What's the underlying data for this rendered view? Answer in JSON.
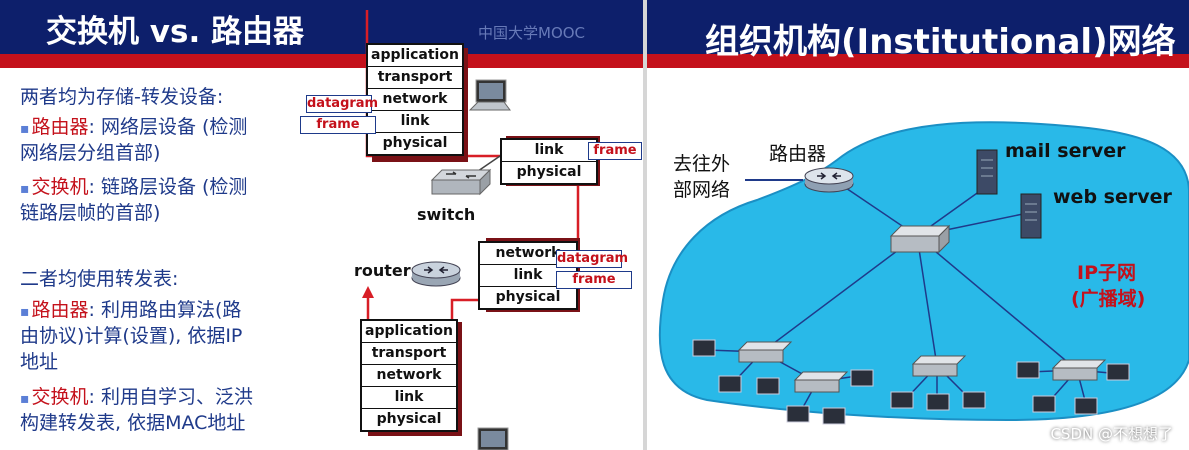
{
  "left_slide": {
    "title": "交换机 vs. 路由器",
    "watermark": "中国大学MOOC",
    "line1": "两者均为存储-转发设备:",
    "router_point_label": "路由器",
    "router_point_text_a": ": 网络层设备 (检测",
    "router_point_text_b": "网络层分组首部)",
    "switch_point_label": "交换机",
    "switch_point_text_a": ": 链路层设备 (检测",
    "switch_point_text_b": "链路层帧的首部)",
    "line2": "二者均使用转发表:",
    "router_point2_label": "路由器",
    "router_point2_text_a": ": 利用路由算法(路",
    "router_point2_text_b": "由协议)计算(设置), 依据IP",
    "router_point2_text_c": "地址",
    "switch_point2_label": "交换机",
    "switch_point2_text_a": ": 利用自学习、泛洪",
    "switch_point2_text_b": "构建转发表, 依据MAC地址",
    "top_host_stack": [
      "application",
      "transport",
      "network",
      "link",
      "physical"
    ],
    "switch_stack": [
      "link",
      "physical"
    ],
    "router_stack": [
      "network",
      "link",
      "physical"
    ],
    "bottom_host_stack": [
      "application",
      "transport",
      "network",
      "link",
      "physical"
    ],
    "tag_datagram": "datagram",
    "tag_frame": "frame",
    "switch_label": "switch",
    "router_label": "router",
    "colors": {
      "title_bg": "#0d1f6b",
      "accent": "#c4111b",
      "text_blue": "#1f3a8a",
      "path_red": "#d81e26"
    }
  },
  "right_slide": {
    "title": "组织机构(Institutional)网络",
    "router_label": "路由器",
    "external_label_line1": "去往外",
    "external_label_line2": "部网络",
    "mail_server_label": "mail server",
    "web_server_label": "web server",
    "subnet_label_line1": "IP子网",
    "subnet_label_line2": "(广播域)",
    "colors": {
      "cloud": "#29b9e8",
      "cloud_edge": "#1b8fc4"
    }
  },
  "footer": {
    "csdn_watermark": "CSDN @不想想了"
  }
}
